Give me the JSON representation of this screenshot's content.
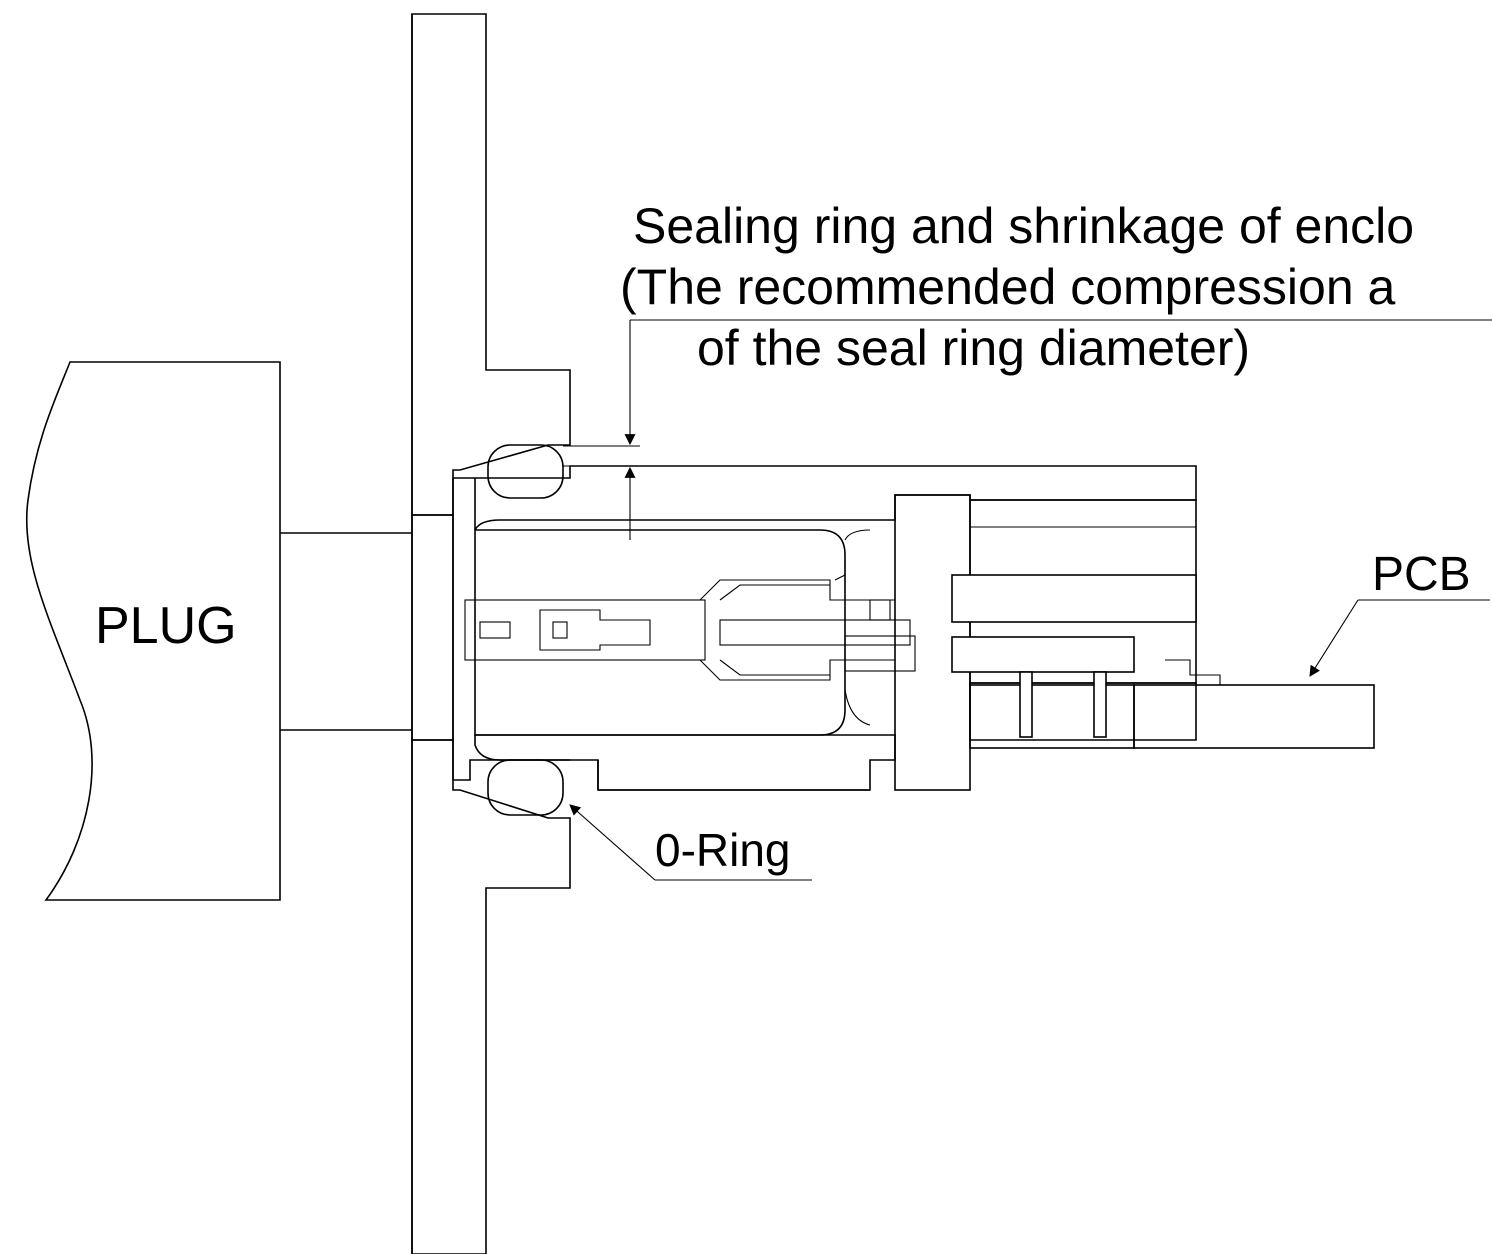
{
  "labels": {
    "plug": "PLUG",
    "pcb": "PCB",
    "oring": "0-Ring",
    "sealing_line1": "Sealing ring and shrinkage of enclo",
    "sealing_line2": "(The recommended compression a",
    "sealing_line3": "of the seal ring diameter)"
  },
  "colors": {
    "ink": "#000000",
    "paper": "#ffffff"
  }
}
